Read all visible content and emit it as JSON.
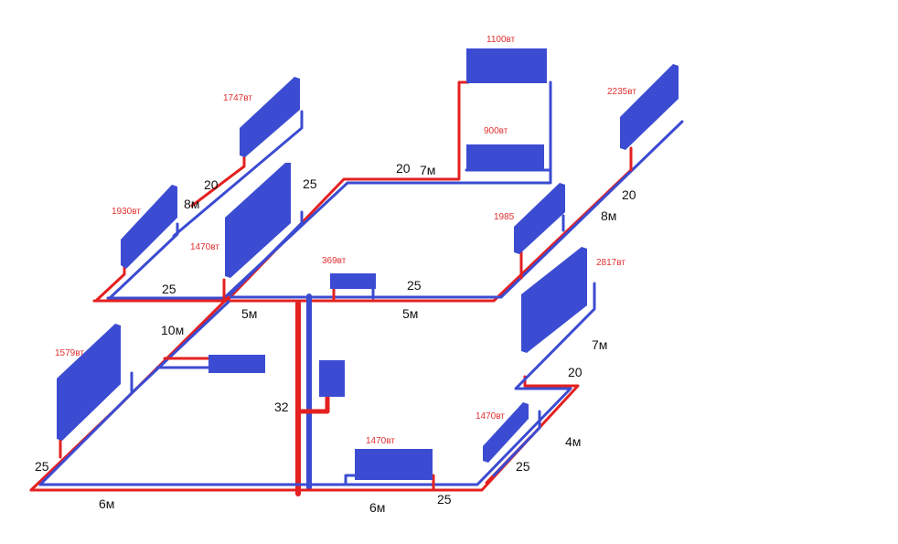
{
  "colors": {
    "supply": "#e42020",
    "return": "#3b4bd1",
    "radiator": "#3c4cd2",
    "power_text": "#e03030",
    "dim_text": "#111111"
  },
  "radiators": [
    {
      "id": "rad-1747",
      "label": "1747вт"
    },
    {
      "id": "rad-1930",
      "label": "1930вт"
    },
    {
      "id": "rad-1470-upper",
      "label": "1470вт"
    },
    {
      "id": "rad-1100",
      "label": "1100вт"
    },
    {
      "id": "rad-900",
      "label": "900вт"
    },
    {
      "id": "rad-369",
      "label": "369вт"
    },
    {
      "id": "rad-2235",
      "label": "2235вт"
    },
    {
      "id": "rad-1985",
      "label": "1985"
    },
    {
      "id": "rad-2817",
      "label": "2817вт"
    },
    {
      "id": "rad-1579",
      "label": "1579вт"
    },
    {
      "id": "rad-1470-bottom",
      "label": "1470вт"
    },
    {
      "id": "rad-1470-right",
      "label": "1470вт"
    },
    {
      "id": "rad-unlabeled-mid",
      "label": ""
    },
    {
      "id": "boiler",
      "label": ""
    }
  ],
  "dimensions": [
    {
      "id": "d20-a",
      "text": "20"
    },
    {
      "id": "d8m-a",
      "text": "8м"
    },
    {
      "id": "d25-a",
      "text": "25"
    },
    {
      "id": "d20-b",
      "text": "20"
    },
    {
      "id": "d7m-a",
      "text": "7м"
    },
    {
      "id": "d20-c",
      "text": "20"
    },
    {
      "id": "d8m-b",
      "text": "8м"
    },
    {
      "id": "d25-b",
      "text": "25"
    },
    {
      "id": "d25-c",
      "text": "25"
    },
    {
      "id": "d5m-a",
      "text": "5м"
    },
    {
      "id": "d5m-b",
      "text": "5м"
    },
    {
      "id": "d10m",
      "text": "10м"
    },
    {
      "id": "d7m-b",
      "text": "7м"
    },
    {
      "id": "d20-d",
      "text": "20"
    },
    {
      "id": "d32",
      "text": "32"
    },
    {
      "id": "d4m",
      "text": "4м"
    },
    {
      "id": "d25-d",
      "text": "25"
    },
    {
      "id": "d25-e",
      "text": "25"
    },
    {
      "id": "d6m-a",
      "text": "6м"
    },
    {
      "id": "d6m-b",
      "text": "6м"
    },
    {
      "id": "d25-f",
      "text": "25"
    }
  ]
}
